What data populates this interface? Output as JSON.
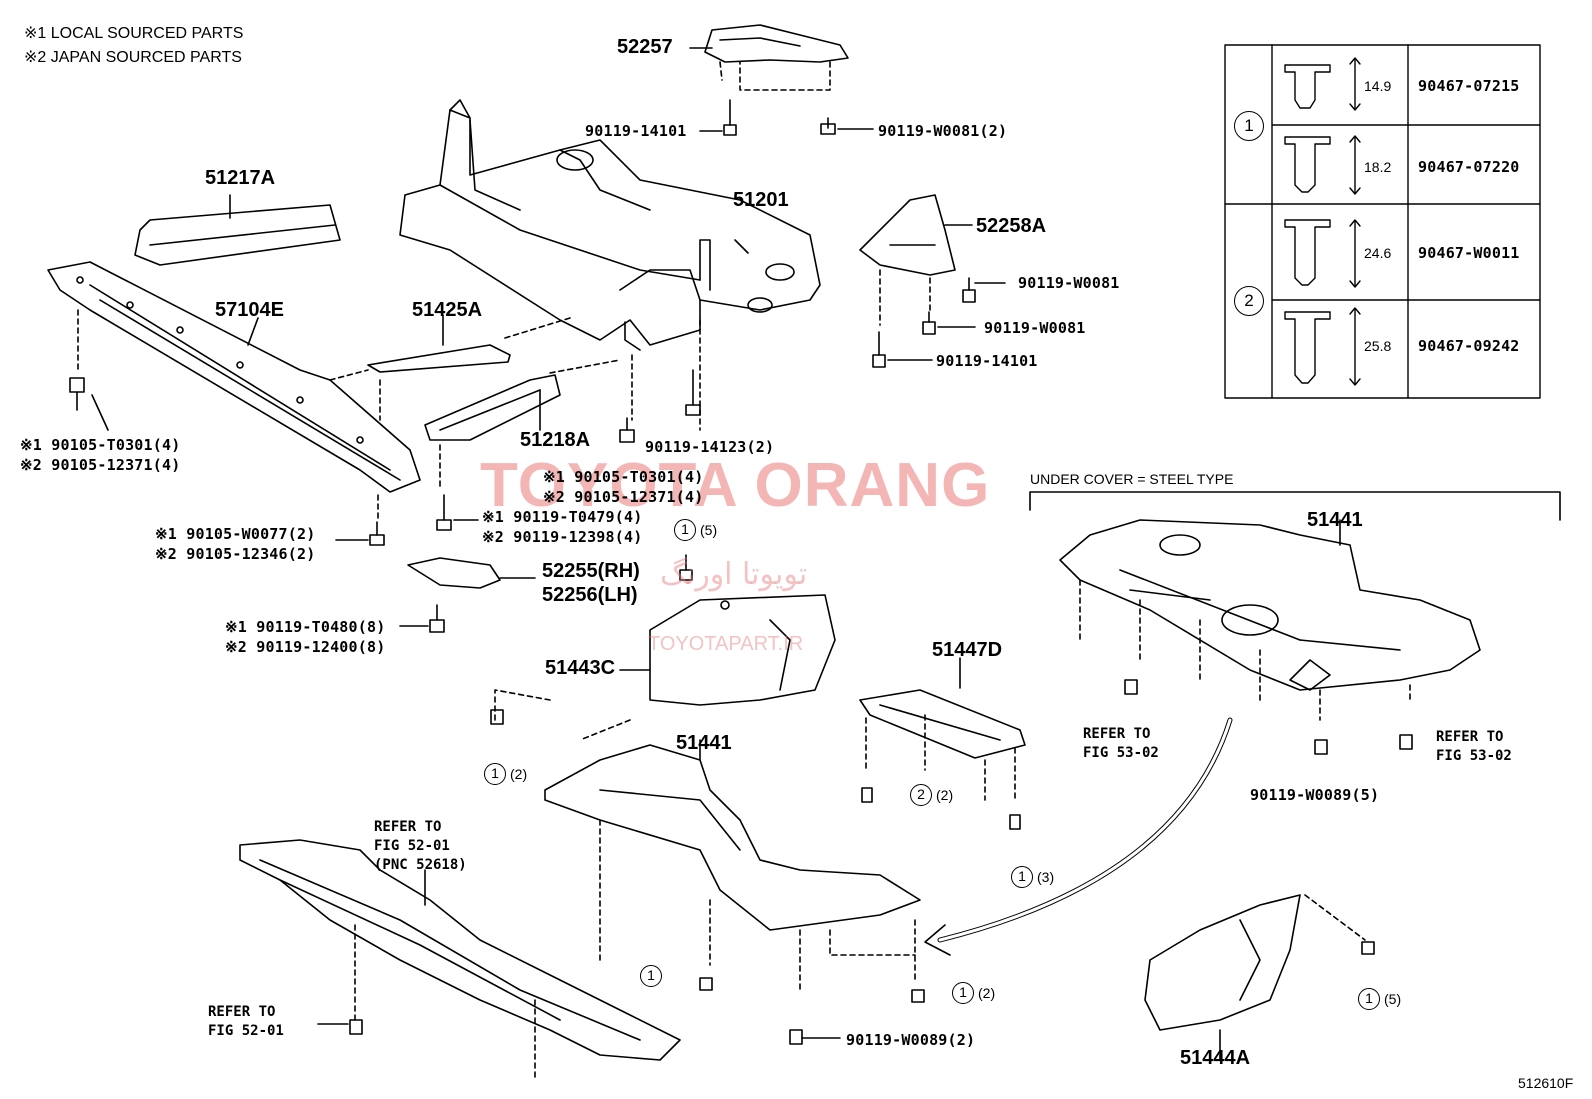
{
  "notes": [
    "※1 LOCAL SOURCED PARTS",
    "※2 JAPAN SOURCED PARTS"
  ],
  "watermark": {
    "main": "TOYOTA ORANG",
    "persian": "تویوتا اورنگ",
    "url": "TOYOTAPART.IR"
  },
  "figure_number": "512610F",
  "under_cover_label": "UNDER COVER = STEEL TYPE",
  "parts": {
    "p52257": "52257",
    "p51201": "51201",
    "p51217a": "51217A",
    "p57104e": "57104E",
    "p51425a": "51425A",
    "p52258a": "52258A",
    "p51218a": "51218A",
    "p52255": "52255(RH)",
    "p52256": "52256(LH)",
    "p51443c": "51443C",
    "p51447d": "51447D",
    "p51441_upper": "51441",
    "p51441_lower": "51441",
    "p51444a": "51444A"
  },
  "fasteners": {
    "f14101_top": "90119-14101",
    "fW0081_2": "90119-W0081(2)",
    "fW0081_a": "90119-W0081",
    "fW0081_b": "90119-W0081",
    "f14101_right": "90119-14101",
    "f14123": "90119-14123(2)",
    "f57104_1": "※1 90105-T0301(4)",
    "f57104_2": "※2 90105-12371(4)",
    "fmid_1": "※1 90105-T0301(4)",
    "fmid_2": "※2 90105-12371(4)",
    "f51218_1": "※1 90119-T0479(4)",
    "f51218_2": "※2 90119-12398(4)",
    "fleft_1": "※1 90105-W0077(2)",
    "fleft_2": "※2 90105-12346(2)",
    "f52255_1": "※1 90119-T0480(8)",
    "f52255_2": "※2 90119-12400(8)",
    "fW0089_5": "90119-W0089(5)",
    "fW0089_2": "90119-W0089(2)"
  },
  "refers": {
    "r5302_left": [
      "REFER TO",
      "FIG 53-02"
    ],
    "r5302_right": [
      "REFER TO",
      "FIG 53-02"
    ],
    "r5201_top": [
      "REFER TO",
      "FIG 52-01",
      "(PNC 52618)"
    ],
    "r5201_bottom": [
      "REFER TO",
      "FIG 52-01"
    ]
  },
  "callouts": [
    {
      "id": "c1",
      "num": "1",
      "count": "(5)"
    },
    {
      "id": "c2",
      "num": "1",
      "count": "(2)"
    },
    {
      "id": "c3",
      "num": "2",
      "count": "(2)"
    },
    {
      "id": "c4",
      "num": "1",
      "count": "(3)"
    },
    {
      "id": "c5",
      "num": "1",
      "count": ""
    },
    {
      "id": "c6",
      "num": "1",
      "count": "(2)"
    },
    {
      "id": "c7",
      "num": "1",
      "count": "(5)"
    }
  ],
  "clip_table": {
    "groups": [
      {
        "num": "1",
        "rows": [
          {
            "dimension": "14.9",
            "part_no": "90467-07215"
          },
          {
            "dimension": "18.2",
            "part_no": "90467-07220"
          }
        ]
      },
      {
        "num": "2",
        "rows": [
          {
            "dimension": "24.6",
            "part_no": "90467-W0011"
          },
          {
            "dimension": "25.8",
            "part_no": "90467-09242"
          }
        ]
      }
    ]
  }
}
